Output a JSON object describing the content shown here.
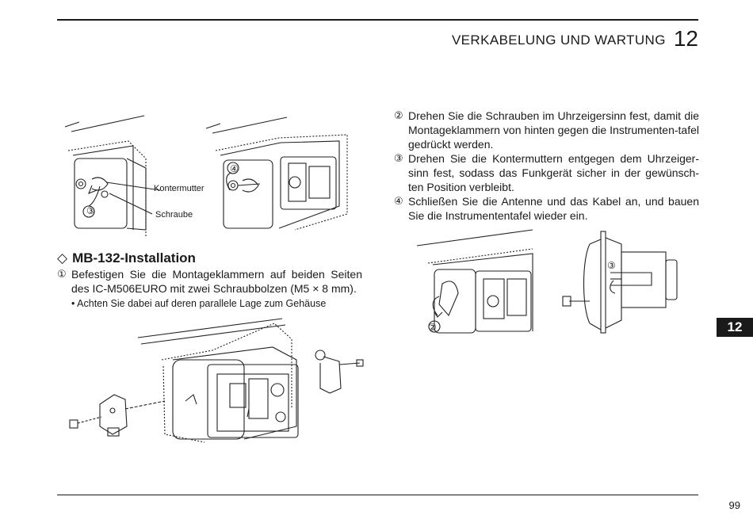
{
  "header": {
    "title": "VERKABELUNG UND WARTUNG",
    "chapter": "12"
  },
  "side_tab": "12",
  "page_number": "99",
  "figure_top_left": {
    "labels": {
      "nut": "Kontermutter",
      "screw": "Schraube"
    },
    "callouts": {
      "a": "③",
      "b": "④"
    }
  },
  "figure_right": {
    "callouts": {
      "a": "②",
      "b": "③"
    }
  },
  "right_steps": [
    {
      "num": "②",
      "text": "Drehen Sie die Schrauben im Uhrzeigersinn fest, damit die Montageklammern von hinten gegen die Instrumenten-tafel gedrückt werden."
    },
    {
      "num": "③",
      "text": "Drehen Sie die Kontermuttern entgegen dem Uhrzeiger-sinn fest, sodass das Funkgerät sicher in der gewünsch-ten Position verbleibt."
    },
    {
      "num": "④",
      "text": "Schließen Sie die Antenne und das Kabel an, und bauen Sie die Instrumententafel wieder ein."
    }
  ],
  "section": {
    "icon": "◇",
    "title": "MB-132-Installation",
    "step": {
      "num": "①",
      "text": "Befestigen Sie die Montageklammern auf beiden Seiten des IC-M506EURO mit zwei Schraubbolzen (M5 × 8 mm)."
    },
    "bullet": "• Achten Sie dabei auf deren parallele Lage zum Gehäuse"
  }
}
